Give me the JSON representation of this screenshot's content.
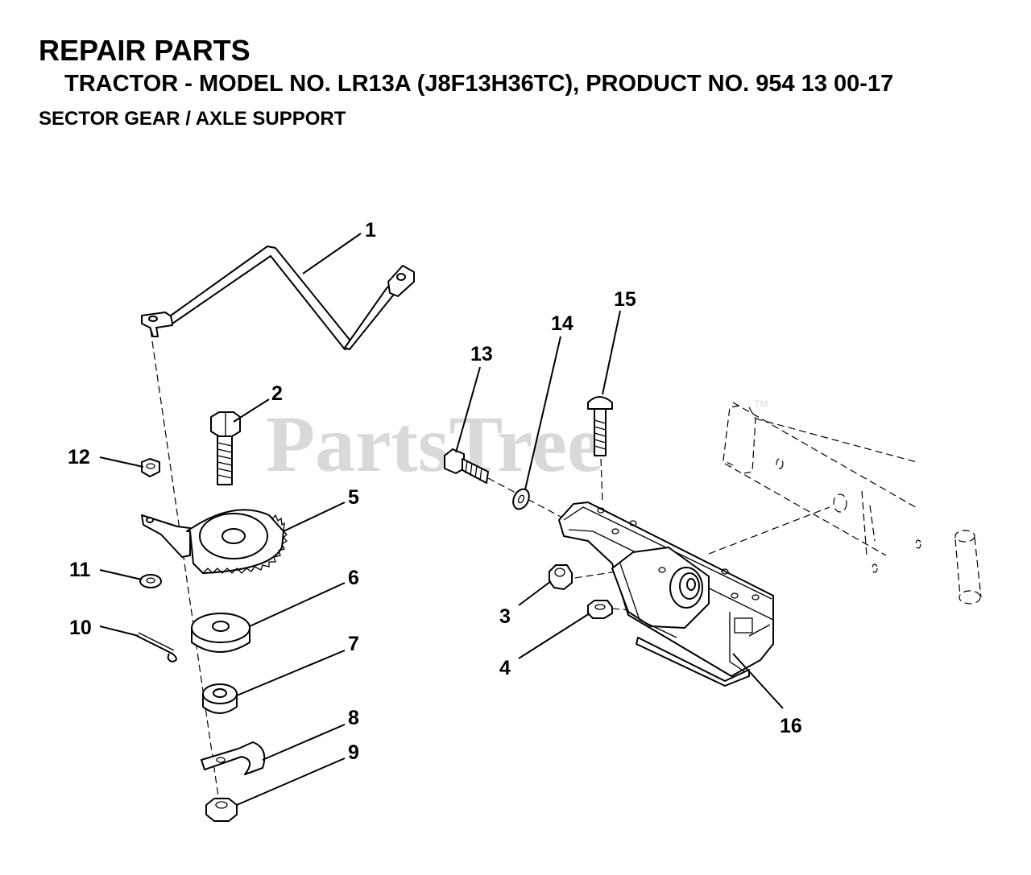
{
  "header": {
    "title": "REPAIR PARTS",
    "model_line": "TRACTOR - MODEL NO. LR13A (J8F13H36TC),   PRODUCT NO. 954 13 00-17",
    "section": "SECTOR GEAR / AXLE SUPPORT"
  },
  "watermark": {
    "text": "PartsTree",
    "mark": "TM"
  },
  "callouts": {
    "c1": "1",
    "c2": "2",
    "c3": "3",
    "c4": "4",
    "c5": "5",
    "c6": "6",
    "c7": "7",
    "c8": "8",
    "c9": "9",
    "c10": "10",
    "c11": "11",
    "c12": "12",
    "c13": "13",
    "c14": "14",
    "c15": "15",
    "c16": "16"
  }
}
